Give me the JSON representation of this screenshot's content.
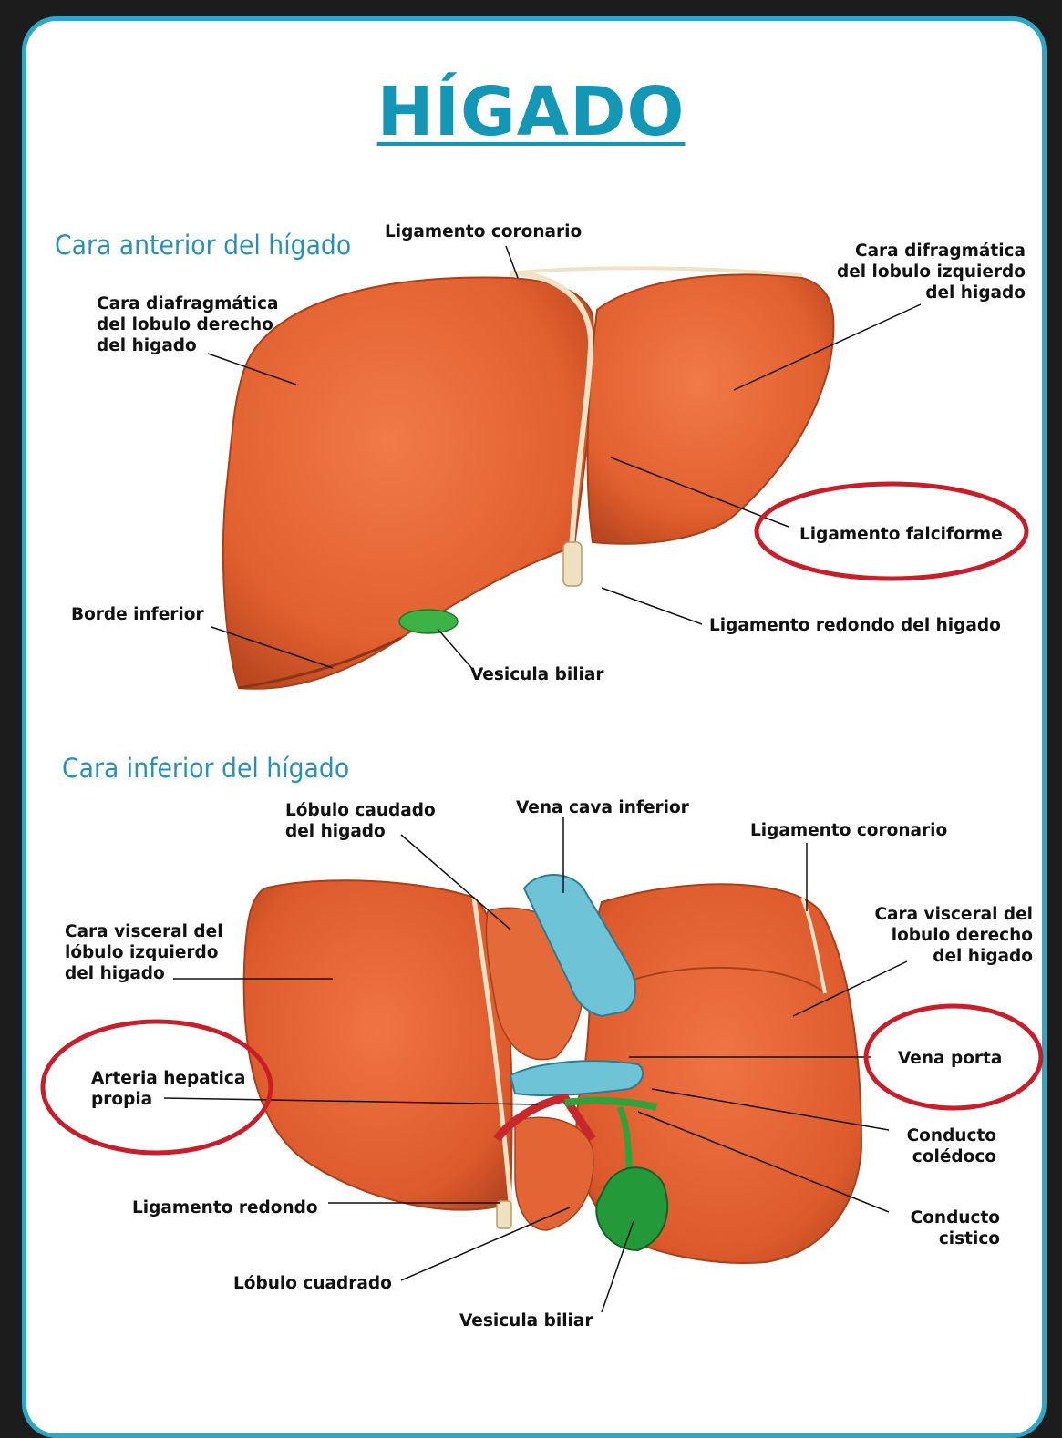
{
  "title": "HÍGADO",
  "sections": {
    "anterior": "Cara anterior del hígado",
    "inferior": "Cara inferior del hígado"
  },
  "labels": {
    "a_ligamento_coronario": "Ligamento coronario",
    "a_cara_diafr_izq": "Cara difragmática\ndel lobulo izquierdo\ndel higado",
    "a_cara_diafr_der": "Cara diafragmática\ndel lobulo derecho\ndel higado",
    "a_ligamento_falciforme": "Ligamento falciforme",
    "a_borde_inferior": "Borde inferior",
    "a_ligamento_redondo": "Ligamento redondo del higado",
    "a_vesicula_biliar": "Vesicula biliar",
    "b_lobulo_caudado": "Lóbulo caudado\ndel higado",
    "b_vena_cava": "Vena cava inferior",
    "b_ligamento_coronario": "Ligamento coronario",
    "b_cara_visceral_der": "Cara visceral del\nlobulo derecho\ndel higado",
    "b_cara_visceral_izq": "Cara visceral del\nlóbulo izquierdo\ndel higado",
    "b_vena_porta": "Vena porta",
    "b_arteria_hepatica": "Arteria hepatica\npropia",
    "b_conducto_coledoco": "Conducto\ncolédoco",
    "b_ligamento_redondo": "Ligamento redondo",
    "b_conducto_cistico": "Conducto\ncistico",
    "b_lobulo_cuadrado": "Lóbulo cuadrado",
    "b_vesicula_biliar": "Vesicula biliar"
  },
  "colors": {
    "liver": "#e8683a",
    "liver_dark": "#c74d26",
    "gallbladder": "#2fa33a",
    "vein": "#6fc3d6",
    "artery": "#c8282b",
    "highlight_circle": "#c81e2a",
    "title": "#1496b5"
  }
}
